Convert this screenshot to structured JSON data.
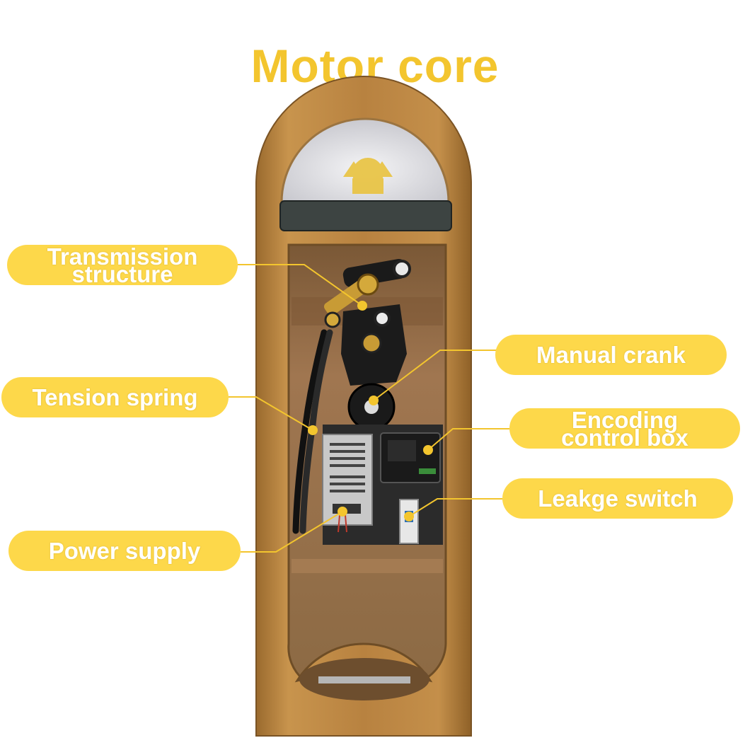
{
  "title": "Motor core",
  "colors": {
    "accent_yellow": "#f3c52e",
    "label_fill": "#fdd84a",
    "cabinet_gold": "#b98540",
    "interior_brown": "#8e6a43"
  },
  "labels": {
    "transmission": [
      "Transmission",
      "structure"
    ],
    "tension_spring": "Tension spring",
    "power_supply": "Power supply",
    "manual_crank": "Manual crank",
    "encoding": [
      "Encoding",
      "control box"
    ],
    "leakage_switch": "Leakge switch"
  }
}
